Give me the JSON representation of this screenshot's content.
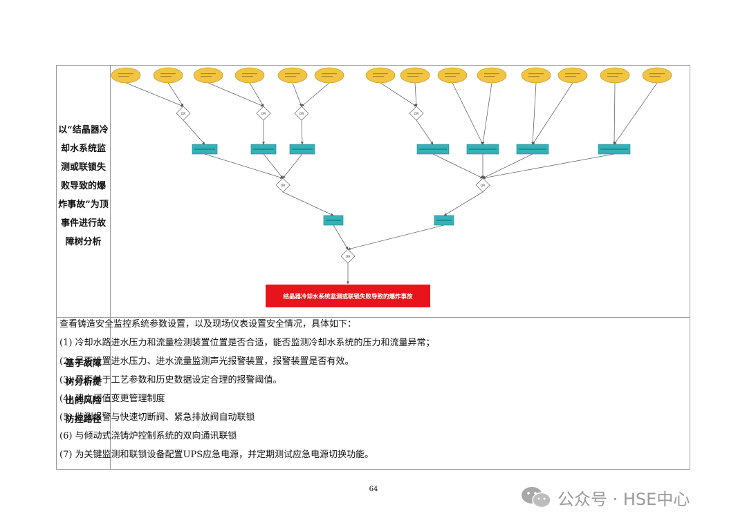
{
  "fault_tree_section": {
    "label_lines": [
      "以“结晶器冷",
      "却水系统监",
      "测或联锁失",
      "败导致的爆",
      "炸事故”为顶",
      "事件进行故",
      "障树分析"
    ]
  },
  "fault_tree": {
    "top_event": "结晶器冷却水系统监测或联锁失败导致的爆炸事故",
    "gate_label": "OR"
  },
  "risk_paths_section": {
    "label_lines": [
      "基于故障",
      "树分析提",
      "出的风险",
      "防控路径"
    ],
    "intro": "查看铸造安全监控系统参数设置，以及现场仪表设置安全情况，具体如下：",
    "items": [
      "(1)  冷却水路进水压力和流量检测装置位置是否合适，能否监测冷却水系统的压力和流量异常；",
      "(2)  是否设置进水压力、进水流量监测声光报警装置，报警装置是否有效。",
      "(3)  是否基于工艺参数和历史数据设定合理的报警阈值。",
      "(4)  建立阈值变更管理制度",
      "(5)  监测报警与快速切断阀、紧急排放阀自动联锁",
      "(6)  与倾动式浇铸炉控制系统的双向通讯联锁",
      "(7)  为关键监测和联锁设备配置UPS应急电源，并定期测试应急电源切换功能。"
    ]
  },
  "page_number": "64",
  "watermark": {
    "text": "公众号 · HSE中心",
    "icon": "wechat-icon"
  },
  "colors": {
    "basic_event": "#f2c43f",
    "intermediate_event": "#33b3b8",
    "top_event": "#e8141c",
    "border": "#9a9a9a"
  }
}
